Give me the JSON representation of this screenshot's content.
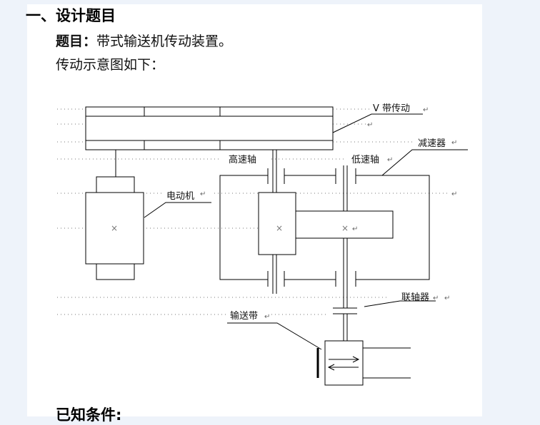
{
  "section": {
    "heading": "一、设计题目"
  },
  "topic": {
    "label": "题目：",
    "value": "带式输送机传动装置。"
  },
  "diagram_caption": "传动示意图如下：",
  "diagram": {
    "labels": {
      "v_belt": "V 带传动",
      "reducer": "减速器",
      "high_speed_shaft": "高速轴",
      "low_speed_shaft": "低速轴",
      "motor": "电动机",
      "coupling": "联轴器",
      "conveyor_belt": "输送带"
    },
    "para_marks": [
      "↵",
      "↵",
      "↵",
      "↵",
      "↵",
      "↵",
      "↵",
      "↵",
      "↵",
      "↵"
    ]
  },
  "next_heading": "已知条件:"
}
